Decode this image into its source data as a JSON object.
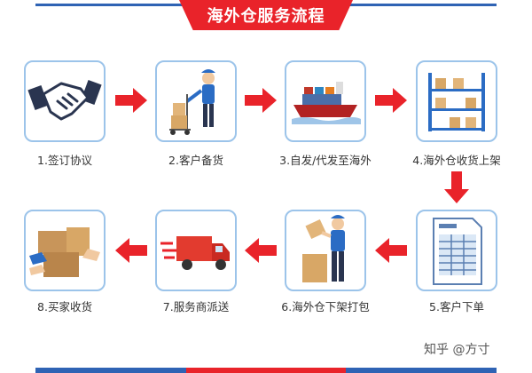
{
  "title": "海外仓服务流程",
  "steps": [
    {
      "label": "1.签订协议",
      "icon": "handshake-icon"
    },
    {
      "label": "2.客户备货",
      "icon": "worker-pushing-boxes-icon"
    },
    {
      "label": "3.自发/代发至海外",
      "icon": "cargo-ship-icon"
    },
    {
      "label": "4.海外仓收货上架",
      "icon": "warehouse-shelf-icon"
    },
    {
      "label": "5.客户下单",
      "icon": "order-form-icon"
    },
    {
      "label": "6.海外仓下架打包",
      "icon": "worker-packing-icon"
    },
    {
      "label": "7.服务商派送",
      "icon": "delivery-truck-icon"
    },
    {
      "label": "8.买家收货",
      "icon": "receive-boxes-icon"
    }
  ],
  "watermark": "知乎 @方寸",
  "colors": {
    "accent": "#e9232a",
    "card_border": "#9cc4ea",
    "line_blue": "#2f63b4"
  }
}
